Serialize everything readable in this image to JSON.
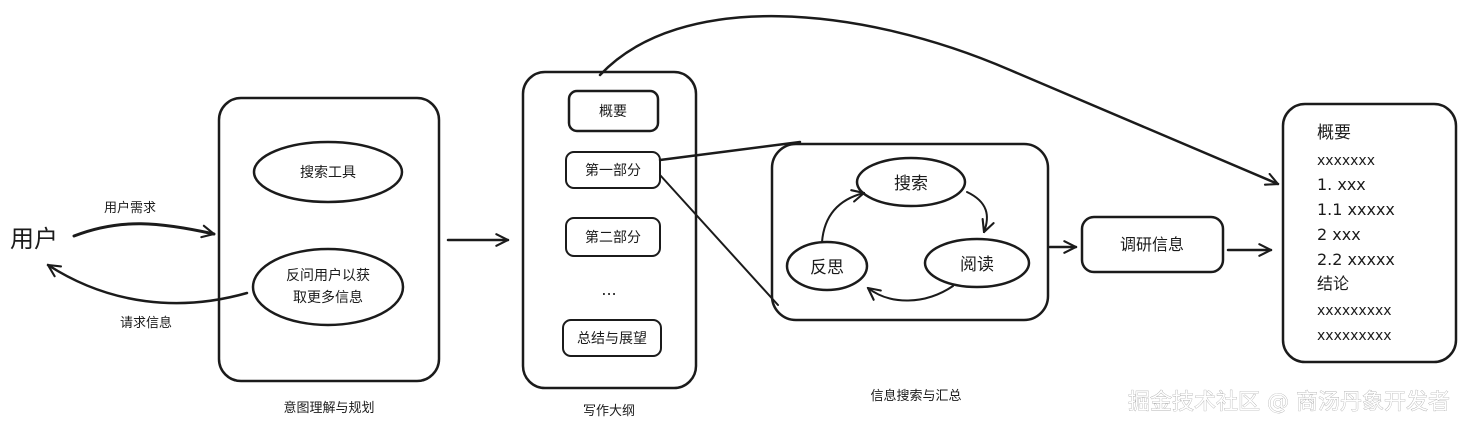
{
  "user": "用户",
  "edges": {
    "user_need": "用户需求",
    "request_info": "请求信息"
  },
  "intent": {
    "caption": "意图理解与规划",
    "search_tool": "搜索工具",
    "ask_line1": "反问用户以获",
    "ask_line2": "取更多信息"
  },
  "outline": {
    "caption": "写作大纲",
    "overview": "概要",
    "part1": "第一部分",
    "part2": "第二部分",
    "ellipsis": "...",
    "summary": "总结与展望"
  },
  "search_loop": {
    "caption": "信息搜索与汇总",
    "search": "搜索",
    "read": "阅读",
    "reflect": "反思"
  },
  "research_info": "调研信息",
  "report": {
    "lines": [
      "概要",
      "xxxxxxx",
      "1. xxx",
      "1.1 xxxxx",
      "2 xxx",
      "2.2 xxxxx",
      "结论",
      "xxxxxxxxx",
      "xxxxxxxxx"
    ]
  },
  "watermark": "掘金技术社区 @ 商汤丹象开发者"
}
